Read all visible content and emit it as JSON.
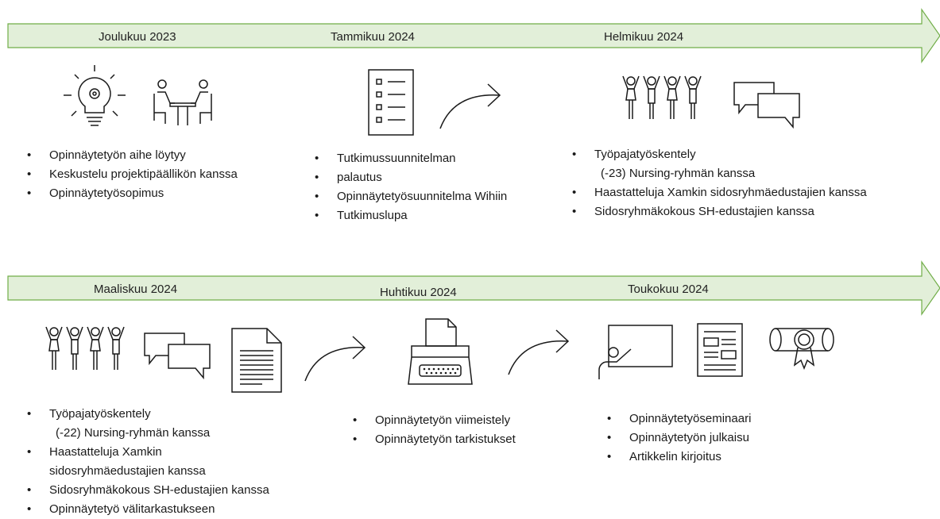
{
  "row1": {
    "months": [
      "Joulukuu 2023",
      "Tammikuu 2024",
      "Helmikuu 2024"
    ],
    "col1": [
      "Opinnäytetyön aihe löytyy",
      "Keskustelu projektipäällikön kanssa",
      "Opinnäytetyösopimus"
    ],
    "col2": [
      "Tutkimussuunnitelman",
      "palautus",
      "Opinnäytetyösuunnitelma Wihiin",
      "Tutkimuslupa"
    ],
    "col3": [
      "Työpajatyöskentely",
      "(-23) Nursing-ryhmän kanssa",
      "Haastatteluja Xamkin sidosryhmäedustajien kanssa",
      "Sidosryhmäkokous SH-edustajien kanssa"
    ]
  },
  "row2": {
    "months": [
      "Maaliskuu 2024",
      "Huhtikuu 2024",
      "Toukokuu 2024"
    ],
    "col1": [
      "Työpajatyöskentely",
      "(-22) Nursing-ryhmän kanssa",
      "Haastatteluja Xamkin",
      "sidosryhmäedustajien kanssa",
      "Sidosryhmäkokous SH-edustajien kanssa",
      "Opinnäytetyö välitarkastukseen"
    ],
    "col2": [
      "Opinnäytetyön viimeistely",
      "Opinnäytetyön tarkistukset"
    ],
    "col3": [
      "Opinnäytetyöseminaari",
      "Opinnäytetyön julkaisu",
      "Artikkelin kirjoitus"
    ]
  },
  "bullet": "•",
  "colors": {
    "arrow_fill": "#e2efd9",
    "arrow_stroke": "#70ad47",
    "icon_stroke": "#1a1a1a"
  },
  "icons": [
    "lightbulb-gear-icon",
    "meeting-icon",
    "checklist-icon",
    "curved-arrow-icon",
    "group-people-icon",
    "speech-bubbles-icon",
    "document-icon",
    "typewriter-icon",
    "presentation-icon",
    "newspaper-icon",
    "diploma-icon"
  ]
}
